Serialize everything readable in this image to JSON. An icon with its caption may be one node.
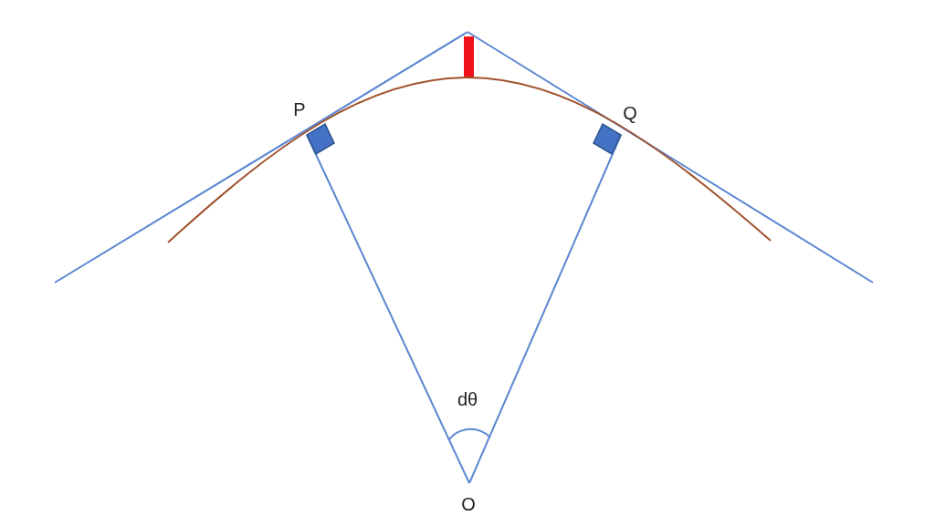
{
  "diagram": {
    "labels": [
      "P",
      "Q",
      "dθ",
      "O"
    ]
  }
}
